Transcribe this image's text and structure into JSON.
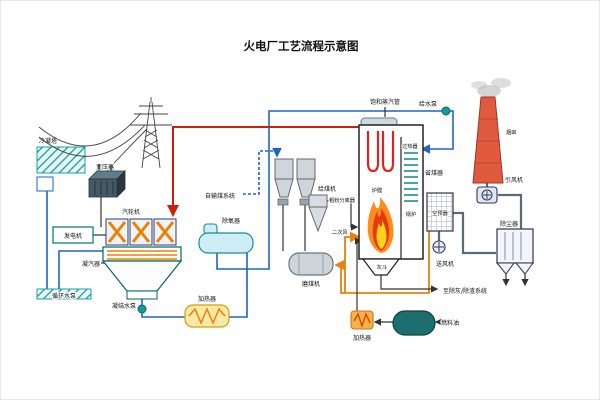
{
  "title": "火电厂工艺流程示意图",
  "colors": {
    "water_pipe": "#1f63c6",
    "steam_pipe": "#cc1f0a",
    "hot_air_pipe": "#e8820c",
    "flame_outer": "#ff8c1a",
    "flame_inner": "#e8380d",
    "flame_core": "#ffd21f",
    "chimney": "#e05a40",
    "hatch_teal": "#18a0a0"
  },
  "labels": {
    "cooling_tower": "冷凝塔",
    "transformer": "变压器",
    "generator": "发电机",
    "steam_turbine": "汽轮机",
    "condenser": "凝汽器",
    "circulating_water_pump": "循环水泵",
    "condensate_pump": "凝结水泵",
    "lp_heater": "加热器",
    "deaerator": "除氧器",
    "coal_supply_system": "自输煤系统",
    "coal_feeder": "给煤机",
    "coarse_separator": "粗粉分离器",
    "secondary_air": "二次风",
    "coal_mill": "磨煤机",
    "ash_hopper": "灰斗",
    "saturated_steam_pipe": "饱和蒸汽管",
    "feed_water_pump": "给水泵",
    "superheater": "过热器",
    "furnace": "炉膛",
    "boiler": "锅炉",
    "economizer": "省煤器",
    "air_preheater": "空预器",
    "fd_fan": "送风机",
    "id_fan": "引风机",
    "chimney": "烟囱",
    "dust_collector": "除尘器",
    "ash_slag_system": "至除灰/除渣系统",
    "fuel_oil": "燃料油",
    "oil_heater": "加热器"
  }
}
